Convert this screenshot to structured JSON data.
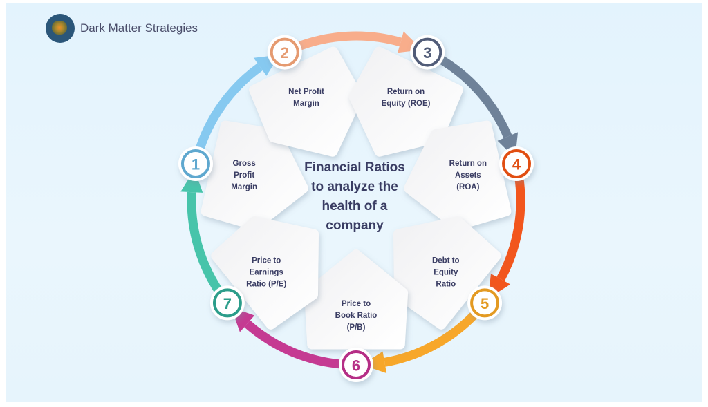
{
  "brand": {
    "name": "Dark Matter Strategies",
    "logo_icon": "galaxy-logo-icon"
  },
  "title_lines": [
    "Financial Ratios",
    "to analyze the",
    "health of a",
    "company"
  ],
  "steps": [
    {
      "number": "1",
      "lines": [
        "Gross",
        "Profit",
        "Margin"
      ],
      "color": "#5fa8cf",
      "arrow_color": "#86c9f0"
    },
    {
      "number": "2",
      "lines": [
        "Net Profit",
        "Margin"
      ],
      "color": "#e59a70",
      "arrow_color": "#f8ad8b"
    },
    {
      "number": "3",
      "lines": [
        "Return on",
        "Equity (ROE)"
      ],
      "color": "#515c78",
      "arrow_color": "#6f8299"
    },
    {
      "number": "4",
      "lines": [
        "Return on",
        "Assets",
        "(ROA)"
      ],
      "color": "#e14e12",
      "arrow_color": "#f2561d"
    },
    {
      "number": "5",
      "lines": [
        "Debt to",
        "Equity",
        "Ratio"
      ],
      "color": "#e39a22",
      "arrow_color": "#f7a72a"
    },
    {
      "number": "6",
      "lines": [
        "Price to",
        "Book Ratio",
        "(P/B)"
      ],
      "color": "#b52e86",
      "arrow_color": "#c53a92"
    },
    {
      "number": "7",
      "lines": [
        "Price to",
        "Earnings",
        "Ratio (P/E)"
      ],
      "color": "#2b9d8a",
      "arrow_color": "#47c4aa"
    }
  ]
}
